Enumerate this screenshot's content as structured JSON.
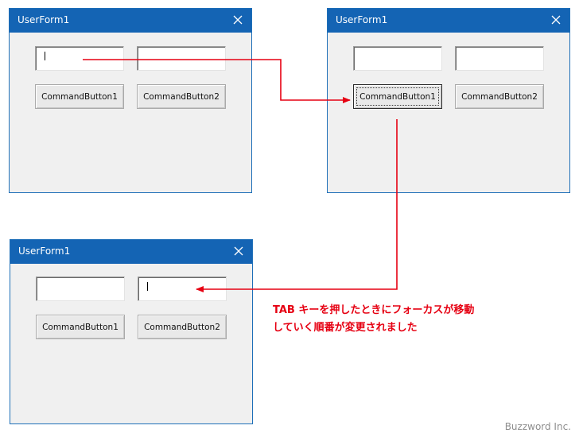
{
  "windows": [
    {
      "title": "UserForm1",
      "textbox_1_value": "",
      "textbox_2_value": "",
      "button_1_label": "CommandButton1",
      "button_2_label": "CommandButton2",
      "caret_in": "textbox-1"
    },
    {
      "title": "UserForm1",
      "textbox_1_value": "",
      "textbox_2_value": "",
      "button_1_label": "CommandButton1",
      "button_2_label": "CommandButton2",
      "focused": "button-1"
    },
    {
      "title": "UserForm1",
      "textbox_1_value": "",
      "textbox_2_value": "",
      "button_1_label": "CommandButton1",
      "button_2_label": "CommandButton2",
      "caret_in": "textbox-2"
    }
  ],
  "annotation": {
    "line1": "TAB キーを押したときにフォーカスが移動",
    "line2": "していく順番が変更されました"
  },
  "footer": {
    "brand": "Buzzword Inc."
  },
  "colors": {
    "titlebar": "#1464b4",
    "arrow": "#e60012",
    "annotation": "#e60012"
  }
}
